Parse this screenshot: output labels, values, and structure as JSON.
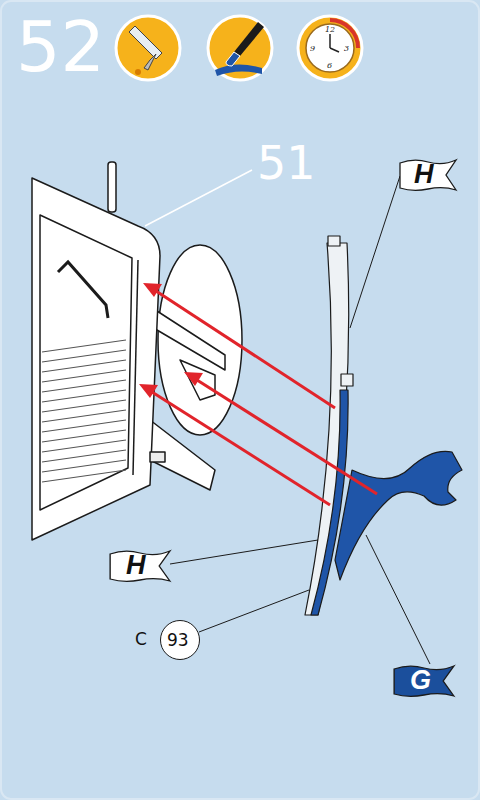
{
  "diagram": {
    "nodes": [
      {
        "text": [
          "H"
        ]
      },
      {
        "text": [
          "H"
        ]
      },
      {
        "text": [
          "C",
          "93"
        ]
      },
      {
        "text": [
          "G"
        ]
      }
    ],
    "labels": [
      "52",
      "51",
      "12",
      "3",
      "6",
      "9"
    ]
  }
}
